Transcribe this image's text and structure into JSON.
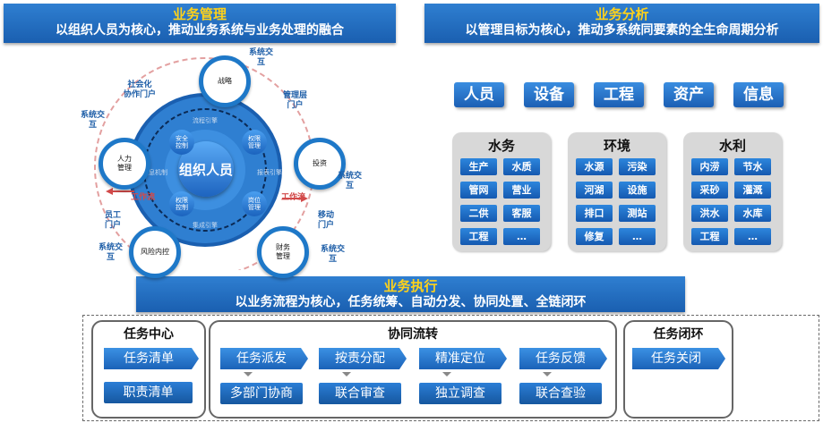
{
  "mgmt": {
    "title": "业务管理",
    "subtitle": "以组织人员为核心，推动业务系统与业务处理的融合"
  },
  "analysis": {
    "title": "业务分析",
    "subtitle": "以管理目标为核心，推动多系统同要素的全生命周期分析"
  },
  "exec": {
    "title": "业务执行",
    "subtitle": "以业务流程为核心，任务统筹、自动分发、协同处置、全链闭环"
  },
  "hub": {
    "center": "组织人员",
    "inner": [
      "安全\n控制",
      "权限\n管理",
      "岗位\n管理",
      "权限\n控制"
    ],
    "ring": [
      "流程引擎",
      "报表引擎",
      "集成引擎",
      "消息机制"
    ],
    "nodes": [
      "战略",
      "投资",
      "财务\n管理",
      "风险内控",
      "人力\n管理"
    ],
    "outer_labels": [
      "系统交\n互",
      "管理层\n门户",
      "系统交\n互",
      "移动\n门户",
      "系统交\n互",
      "系统交\n互",
      "员工\n门户",
      "系统交\n互",
      "社会化\n协作门户"
    ],
    "workflow": "工作流"
  },
  "categories": [
    "人员",
    "设备",
    "工程",
    "资产",
    "信息"
  ],
  "domains": [
    {
      "name": "水务",
      "items": [
        "生产",
        "水质",
        "管网",
        "营业",
        "二供",
        "客服",
        "工程",
        "…"
      ]
    },
    {
      "name": "环境",
      "items": [
        "水源",
        "污染",
        "河湖",
        "设施",
        "排口",
        "测站",
        "修复",
        "…"
      ]
    },
    {
      "name": "水利",
      "items": [
        "内涝",
        "节水",
        "采砂",
        "灌溉",
        "洪水",
        "水库",
        "工程",
        "…"
      ]
    }
  ],
  "task_center": {
    "title": "任务中心",
    "list": "任务清单",
    "duty": "职责清单"
  },
  "collab": {
    "title": "协同流转",
    "steps": [
      "任务派发",
      "按责分配",
      "精准定位",
      "任务反馈"
    ],
    "subs": [
      "多部门协商",
      "联合审查",
      "独立调查",
      "联合查验"
    ]
  },
  "closure": {
    "title": "任务闭环",
    "close": "任务关闭"
  },
  "colors": {
    "banner": "#1a5fb0",
    "accent": "#ffd21a",
    "chip": "#1b62b8",
    "dash": "#e3a0a0"
  }
}
